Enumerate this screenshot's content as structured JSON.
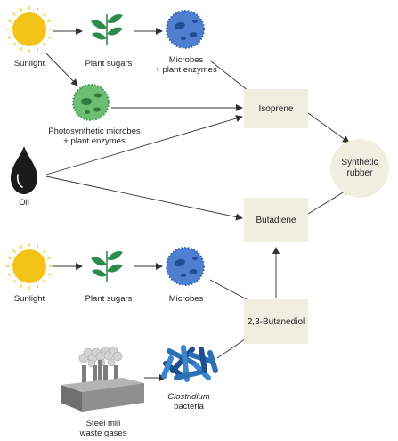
{
  "nodes": {
    "sunlight_top": "Sunlight",
    "plant_sugars_top": "Plant sugars",
    "microbes_enzymes_line1": "Microbes",
    "microbes_enzymes_line2": "+ plant enzymes",
    "photosynthetic_line1": "Photosynthetic microbes",
    "photosynthetic_line2": "+ plant enzymes",
    "oil": "Oil",
    "isoprene": "Isoprene",
    "butadiene": "Butadiene",
    "synthetic_rubber_line1": "Synthetic",
    "synthetic_rubber_line2": "rubber",
    "sunlight_bottom": "Sunlight",
    "plant_sugars_bottom": "Plant sugars",
    "microbes_bottom": "Microbes",
    "butanediol": "2,3-Butanediol",
    "clostridium_line1": "Clostridium",
    "clostridium_line2": "bacteria",
    "steel_mill_line1": "Steel mill",
    "steel_mill_line2": "waste gases"
  },
  "colors": {
    "sun": "#f2c418",
    "leaf": "#2e8b4e",
    "microbe_blue": "#4f7fd0",
    "microbe_green": "#6cbf72",
    "oil": "#1a1a1a",
    "box_fill": "#efeee0",
    "arrow": "#333333",
    "bacteria": "#2c6fb5",
    "factory": "#8a8a8a"
  },
  "icons": [
    "sun-icon",
    "plant-icon",
    "microbe-icon",
    "oil-drop-icon",
    "bacteria-icon",
    "factory-icon"
  ]
}
